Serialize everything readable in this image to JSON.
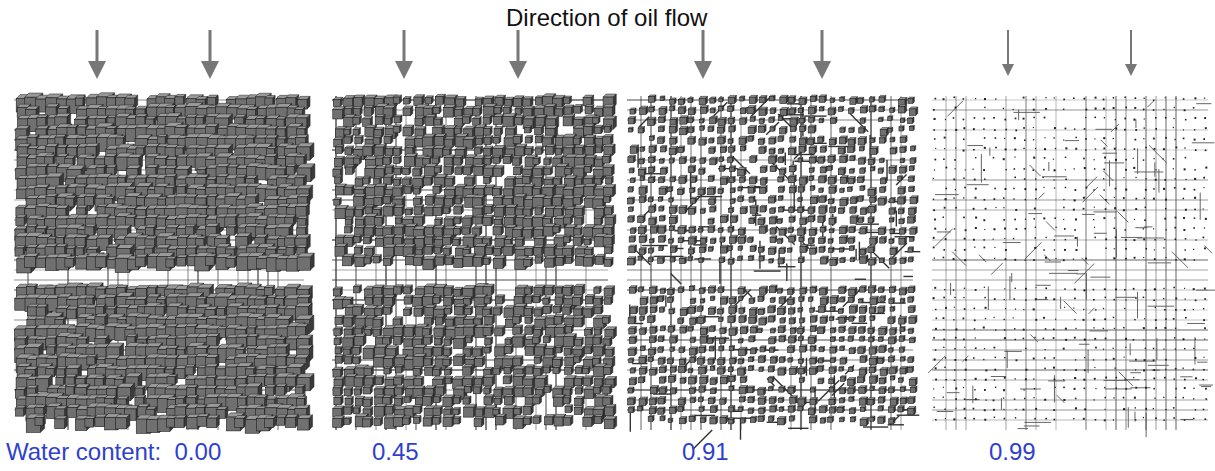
{
  "diagram": {
    "title": "Direction of oil flow",
    "labels": [
      "Water content:  0.00",
      "0.45",
      "0.91",
      "0.99"
    ]
  }
}
